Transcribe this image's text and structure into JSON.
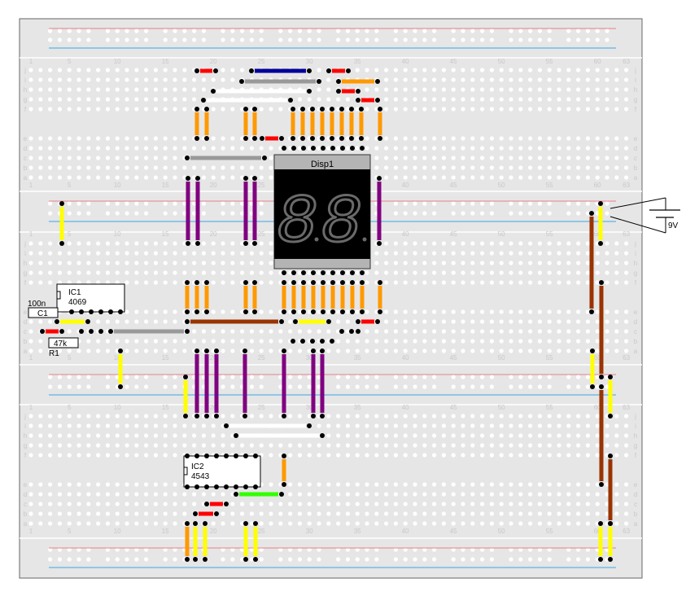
{
  "board": {
    "col_numbers": [
      "1",
      "5",
      "10",
      "15",
      "20",
      "25",
      "30",
      "35",
      "40",
      "45",
      "50",
      "55",
      "60",
      "63"
    ],
    "row_letters_top": [
      "j",
      "i",
      "h",
      "g",
      "f"
    ],
    "row_letters_bottom": [
      "e",
      "d",
      "c",
      "b",
      "a"
    ]
  },
  "components": {
    "display": {
      "name": "Disp1",
      "digits": "88"
    },
    "ic1": {
      "name": "IC1",
      "part": "4069"
    },
    "ic2": {
      "name": "IC2",
      "part": "4543"
    },
    "capacitor": {
      "name": "C1",
      "value": "100n"
    },
    "resistor": {
      "name": "R1",
      "value": "47k"
    },
    "battery": {
      "voltage": "9V"
    }
  },
  "colors": {
    "board": "#e6e6e6",
    "hole": "#ffffff",
    "rail_red": "#e8808a",
    "rail_blue": "#3aa6e6",
    "label": "#c8c8c8",
    "wire_yellow": "#ffff00",
    "wire_orange": "#ff9900",
    "wire_purple": "#800080",
    "wire_brown": "#993300",
    "wire_red": "#ff0000",
    "wire_gray": "#999999",
    "wire_white": "#ffffff",
    "wire_blue": "#000099",
    "wire_green": "#33ff00",
    "endpoint": "#000000"
  }
}
